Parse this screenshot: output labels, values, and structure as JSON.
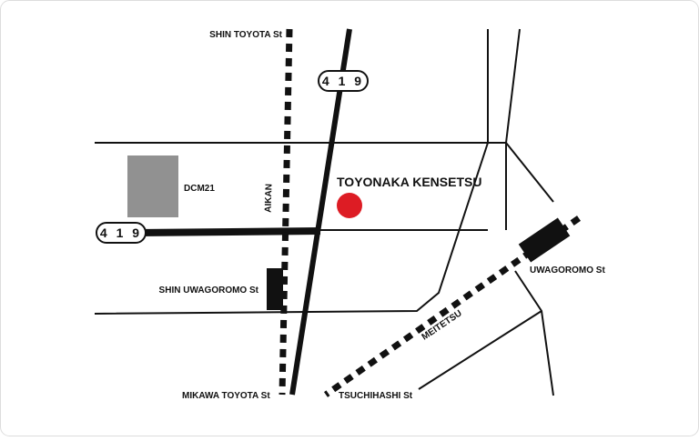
{
  "map": {
    "destination": {
      "label": "TOYONAKA KENSETSU",
      "marker_color": "#dd1c24"
    },
    "landmark": {
      "label": "DCM21",
      "block_color": "#919191"
    },
    "route_shields": {
      "primary": "4 1 9",
      "secondary": "4 1 9"
    },
    "railways": {
      "aikan": "AIKAN",
      "meitetsu": "MEITETSU"
    },
    "stations": {
      "shin_toyota": "SHIN TOYOTA St",
      "shin_uwagoromo": "SHIN UWAGOROMO St",
      "mikawa_toyota": "MIKAWA TOYOTA St",
      "uwagoromo": "UWAGOROMO St",
      "tsuchihashi": "TSUCHIHASHI St"
    },
    "colors": {
      "road": "#111111",
      "frame": "#dddddd",
      "background": "#ffffff"
    }
  }
}
